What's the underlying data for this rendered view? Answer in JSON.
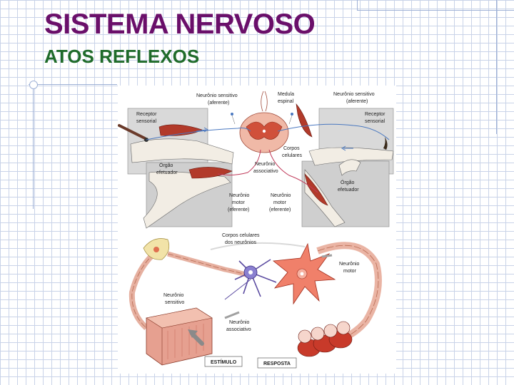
{
  "slide": {
    "title": "SISTEMA NERVOSO",
    "subtitle": "ATOS REFLEXOS"
  },
  "figure_top": {
    "neuronio_sensitivo_left_1": "Neurônio sensitivo",
    "neuronio_sensitivo_left_2": "(aferente)",
    "medula_1": "Medula",
    "medula_2": "espinal",
    "neuronio_sensitivo_right_1": "Neurônio sensitivo",
    "neuronio_sensitivo_right_2": "(aferente)",
    "receptor_left_1": "Receptor",
    "receptor_left_2": "sensorial",
    "receptor_right_1": "Receptor",
    "receptor_right_2": "sensorial",
    "corpos_1": "Corpos",
    "corpos_2": "celulares",
    "orgao_left_1": "Órgão",
    "orgao_left_2": "efetuador",
    "associativo_1": "Neurônio",
    "associativo_2": "associativo",
    "orgao_right_1": "Órgão",
    "orgao_right_2": "efetuador",
    "motor_left_1": "Neurônio",
    "motor_left_2": "motor",
    "motor_left_3": "(eferente)",
    "motor_right_1": "Neurônio",
    "motor_right_2": "motor",
    "motor_right_3": "(eferente)"
  },
  "figure_bottom": {
    "corpos_1": "Corpos celulares",
    "corpos_2": "dos neurônios",
    "motor_1": "Neurônio",
    "motor_2": "motor",
    "sensitivo_1": "Neurônio",
    "sensitivo_2": "sensitivo",
    "associativo_1": "Neurônio",
    "associativo_2": "associativo",
    "estimulo": "ESTÍMULO",
    "resposta": "RESPOSTA"
  }
}
